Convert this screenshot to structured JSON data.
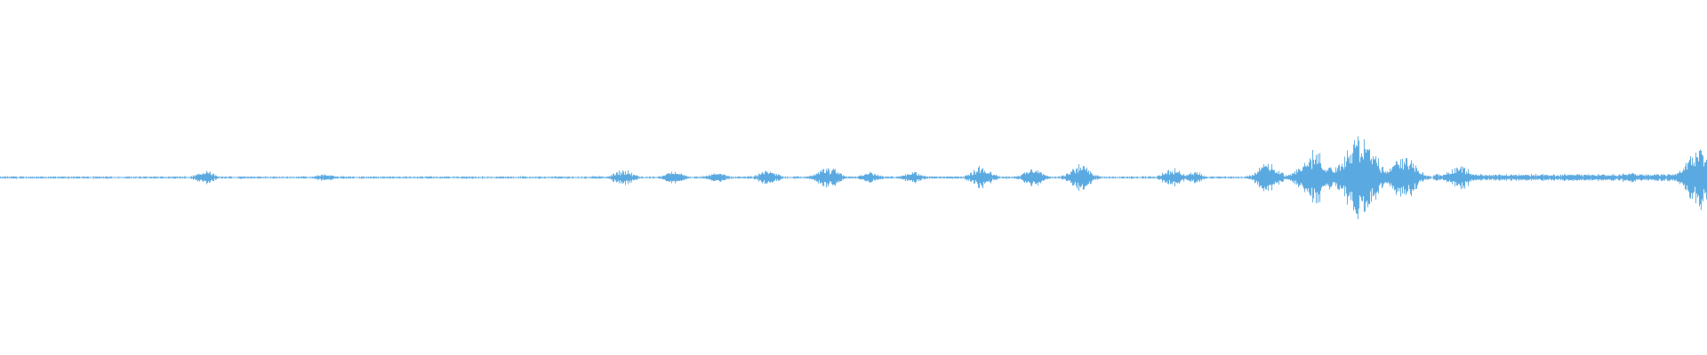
{
  "waveform": {
    "color": "#5aa9e0",
    "baseline_amplitude": 0.006,
    "envelope_peaks": [
      {
        "position": 0.12,
        "amplitude": 0.035
      },
      {
        "position": 0.19,
        "amplitude": 0.02
      },
      {
        "position": 0.365,
        "amplitude": 0.045
      },
      {
        "position": 0.395,
        "amplitude": 0.035
      },
      {
        "position": 0.42,
        "amplitude": 0.03
      },
      {
        "position": 0.45,
        "amplitude": 0.04
      },
      {
        "position": 0.485,
        "amplitude": 0.06
      },
      {
        "position": 0.51,
        "amplitude": 0.03
      },
      {
        "position": 0.535,
        "amplitude": 0.03
      },
      {
        "position": 0.575,
        "amplitude": 0.06
      },
      {
        "position": 0.605,
        "amplitude": 0.05
      },
      {
        "position": 0.633,
        "amplitude": 0.07
      },
      {
        "position": 0.687,
        "amplitude": 0.05
      },
      {
        "position": 0.7,
        "amplitude": 0.03
      },
      {
        "position": 0.743,
        "amplitude": 0.08
      },
      {
        "position": 0.77,
        "amplitude": 0.15
      },
      {
        "position": 0.797,
        "amplitude": 0.23
      },
      {
        "position": 0.823,
        "amplitude": 0.12
      },
      {
        "position": 0.855,
        "amplitude": 0.07
      },
      {
        "position": 0.955,
        "amplitude": 0.035
      },
      {
        "position": 0.998,
        "amplitude": 0.19
      }
    ]
  }
}
